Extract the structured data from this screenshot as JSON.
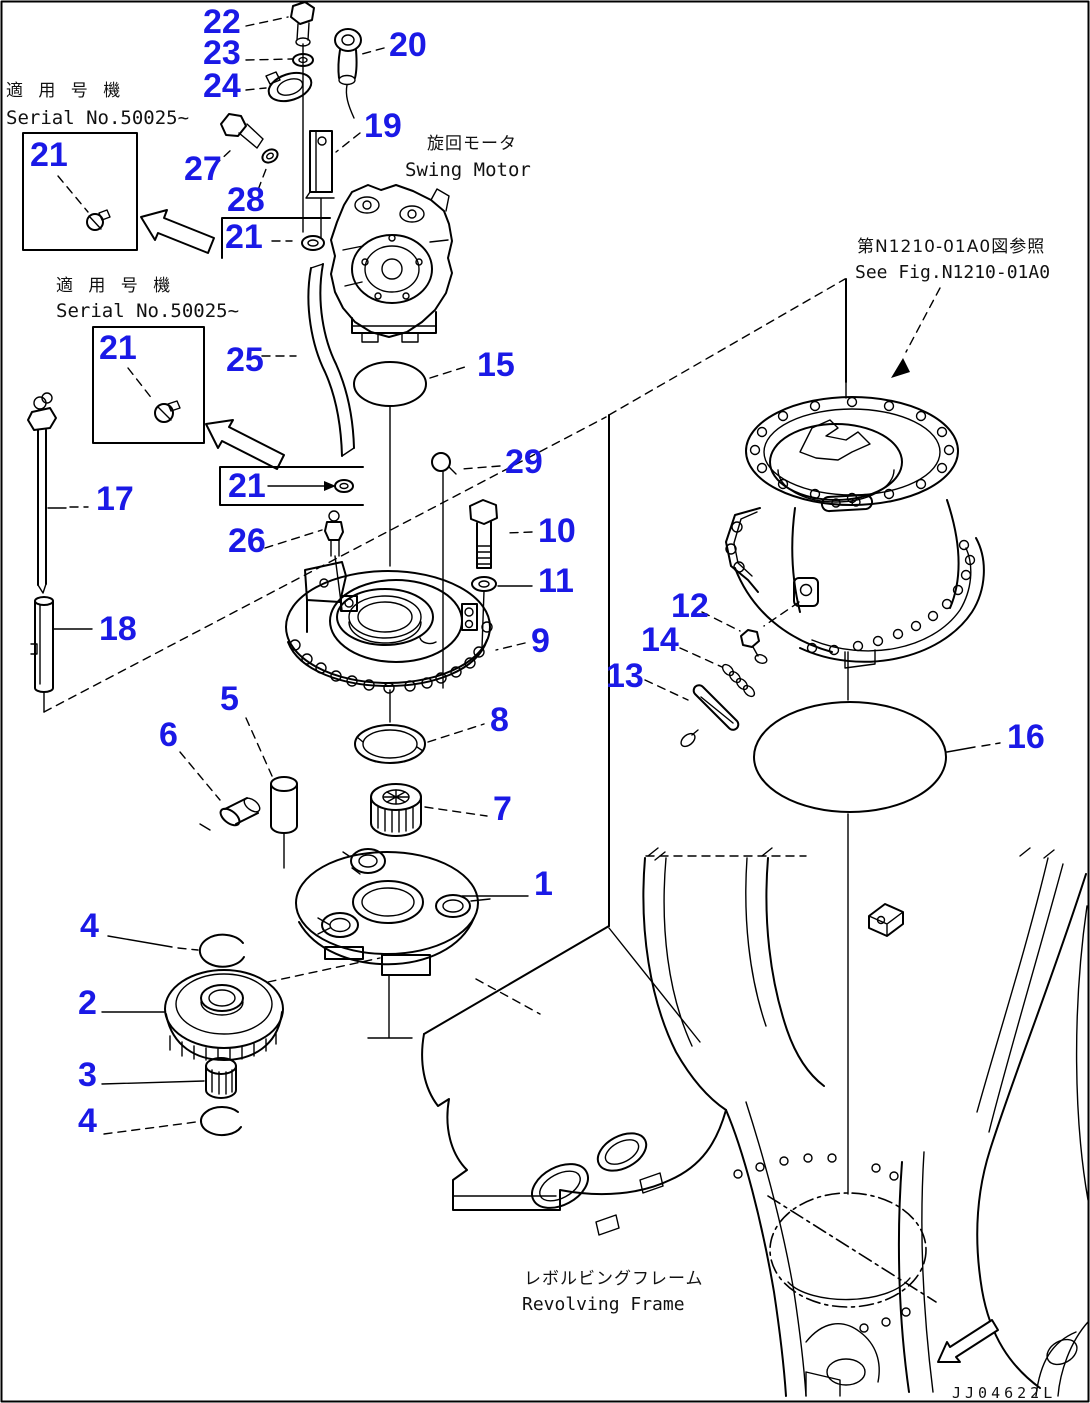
{
  "colors": {
    "callout_blue": "#1a19e6",
    "line_black": "#000000",
    "paper_white": "#ffffff"
  },
  "texts": {
    "serial_note_top": {
      "jp": "適 用 号 機",
      "en": "Serial No.50025~"
    },
    "serial_note_mid": {
      "jp": "適 用 号 機",
      "en": "Serial No.50025~"
    },
    "swing_motor": {
      "jp": "旋回モータ",
      "en": "Swing Motor"
    },
    "see_fig": {
      "jp": "第N1210-01A0図参照",
      "en": "See Fig.N1210-01A0"
    },
    "revolving_frame": {
      "jp": "レボルビングフレーム",
      "en": "Revolving Frame"
    },
    "drawing_code": "JJ04622L"
  },
  "callouts": [
    {
      "n": "22"
    },
    {
      "n": "23"
    },
    {
      "n": "24"
    },
    {
      "n": "20"
    },
    {
      "n": "19"
    },
    {
      "n": "27"
    },
    {
      "n": "28"
    },
    {
      "n": "21"
    },
    {
      "n": "21"
    },
    {
      "n": "21"
    },
    {
      "n": "25"
    },
    {
      "n": "15"
    },
    {
      "n": "21"
    },
    {
      "n": "29"
    },
    {
      "n": "17"
    },
    {
      "n": "26"
    },
    {
      "n": "10"
    },
    {
      "n": "11"
    },
    {
      "n": "18"
    },
    {
      "n": "9"
    },
    {
      "n": "12"
    },
    {
      "n": "14"
    },
    {
      "n": "13"
    },
    {
      "n": "16"
    },
    {
      "n": "5"
    },
    {
      "n": "6"
    },
    {
      "n": "8"
    },
    {
      "n": "7"
    },
    {
      "n": "1"
    },
    {
      "n": "4"
    },
    {
      "n": "2"
    },
    {
      "n": "3"
    },
    {
      "n": "4"
    }
  ]
}
